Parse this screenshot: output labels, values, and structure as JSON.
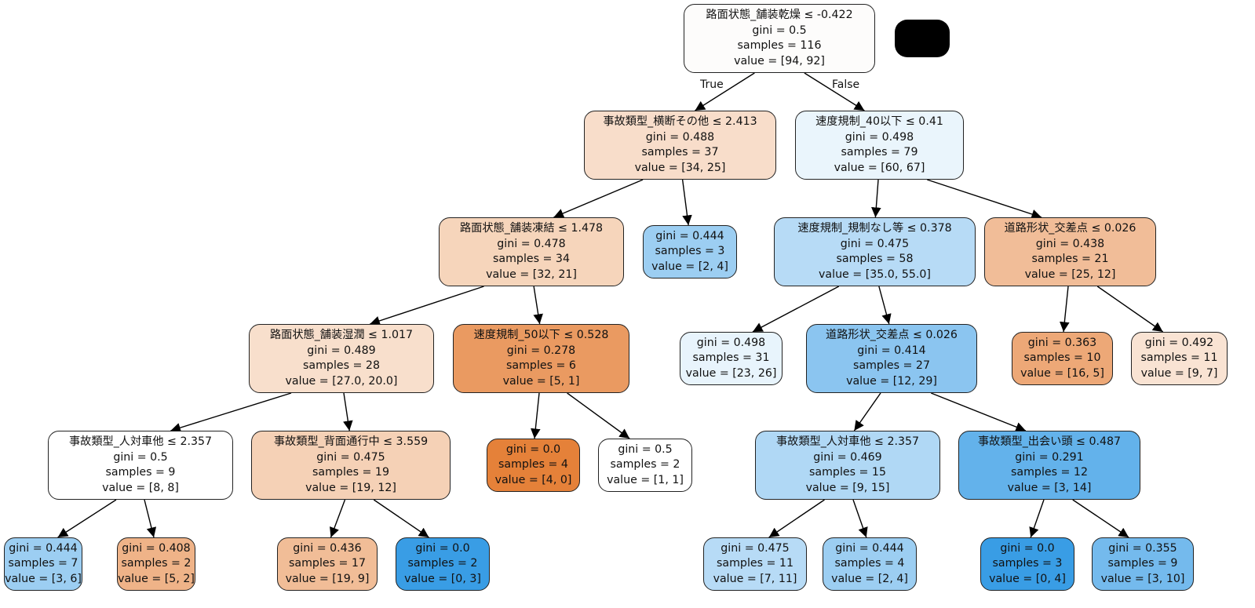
{
  "title": "Decision tree (gini)",
  "edge_labels": {
    "true": "True",
    "false": "False"
  },
  "colors": {
    "orange_strong": "#e58139",
    "blue_strong": "#399de5",
    "neutral": "#ffffff",
    "edge": "#000000",
    "border": "#222222"
  },
  "nodes": {
    "n0": {
      "cond": "路面状態_舗装乾燥 ≤ -0.422",
      "gini": "gini = 0.5",
      "samples": "samples = 116",
      "value": "value = [94, 92]",
      "fill": "#fdfcfb"
    },
    "n1": {
      "cond": "事故類型_横断その他 ≤ 2.413",
      "gini": "gini = 0.488",
      "samples": "samples = 37",
      "value": "value = [34, 25]",
      "fill": "#f8ddca"
    },
    "n2": {
      "cond": "速度規制_40以下 ≤ 0.41",
      "gini": "gini = 0.498",
      "samples": "samples = 79",
      "value": "value = [60, 67]",
      "fill": "#eaf5fc"
    },
    "n3": {
      "cond": "路面状態_舗装凍結 ≤ 1.478",
      "gini": "gini = 0.478",
      "samples": "samples = 34",
      "value": "value = [32, 21]",
      "fill": "#f6d5bb"
    },
    "n4": {
      "cond": "",
      "gini": "gini = 0.444",
      "samples": "samples = 3",
      "value": "value = [2, 4]",
      "fill": "#9ccef2"
    },
    "n5": {
      "cond": "速度規制_規制なし等 ≤ 0.378",
      "gini": "gini = 0.475",
      "samples": "samples = 58",
      "value": "value = [35.0, 55.0]",
      "fill": "#b7dbf6"
    },
    "n6": {
      "cond": "道路形状_交差点 ≤ 0.026",
      "gini": "gini = 0.438",
      "samples": "samples = 21",
      "value": "value = [25, 12]",
      "fill": "#f1bd98"
    },
    "n7": {
      "cond": "路面状態_舗装湿潤 ≤ 1.017",
      "gini": "gini = 0.489",
      "samples": "samples = 28",
      "value": "value = [27.0, 20.0]",
      "fill": "#f8dfcc"
    },
    "n8": {
      "cond": "速度規制_50以下 ≤ 0.528",
      "gini": "gini = 0.278",
      "samples": "samples = 6",
      "value": "value = [5, 1]",
      "fill": "#ea9a61"
    },
    "n9": {
      "cond": "",
      "gini": "gini = 0.498",
      "samples": "samples = 31",
      "value": "value = [23, 26]",
      "fill": "#e8f4fc"
    },
    "n10": {
      "cond": "道路形状_交差点 ≤ 0.026",
      "gini": "gini = 0.414",
      "samples": "samples = 27",
      "value": "value = [12, 29]",
      "fill": "#8bc5f0"
    },
    "n11": {
      "cond": "",
      "gini": "gini = 0.363",
      "samples": "samples = 10",
      "value": "value = [16, 5]",
      "fill": "#eda877"
    },
    "n12": {
      "cond": "",
      "gini": "gini = 0.492",
      "samples": "samples = 11",
      "value": "value = [9, 7]",
      "fill": "#f9e3d3"
    },
    "n13": {
      "cond": "事故類型_人対車他 ≤ 2.357",
      "gini": "gini = 0.5",
      "samples": "samples = 9",
      "value": "value = [8, 8]",
      "fill": "#ffffff"
    },
    "n14": {
      "cond": "事故類型_背面通行中 ≤ 3.559",
      "gini": "gini = 0.475",
      "samples": "samples = 19",
      "value": "value = [19, 12]",
      "fill": "#f5d1b6"
    },
    "n15": {
      "cond": "",
      "gini": "gini = 0.0",
      "samples": "samples = 4",
      "value": "value = [4, 0]",
      "fill": "#e58139"
    },
    "n16": {
      "cond": "",
      "gini": "gini = 0.5",
      "samples": "samples = 2",
      "value": "value = [1, 1]",
      "fill": "#ffffff"
    },
    "n17": {
      "cond": "事故類型_人対車他 ≤ 2.357",
      "gini": "gini = 0.469",
      "samples": "samples = 15",
      "value": "value = [9, 15]",
      "fill": "#b0d8f5"
    },
    "n18": {
      "cond": "事故類型_出会い頭 ≤ 0.487",
      "gini": "gini = 0.291",
      "samples": "samples = 12",
      "value": "value = [3, 14]",
      "fill": "#63b2eb"
    },
    "n19": {
      "cond": "",
      "gini": "gini = 0.444",
      "samples": "samples = 7",
      "value": "value = [3, 6]",
      "fill": "#9ccef2"
    },
    "n20": {
      "cond": "",
      "gini": "gini = 0.408",
      "samples": "samples = 2",
      "value": "value = [5, 2]",
      "fill": "#efb388"
    },
    "n21": {
      "cond": "",
      "gini": "gini = 0.436",
      "samples": "samples = 17",
      "value": "value = [19, 9]",
      "fill": "#f1bd97"
    },
    "n22": {
      "cond": "",
      "gini": "gini = 0.0",
      "samples": "samples = 2",
      "value": "value = [0, 3]",
      "fill": "#399de5"
    },
    "n23": {
      "cond": "",
      "gini": "gini = 0.475",
      "samples": "samples = 11",
      "value": "value = [7, 11]",
      "fill": "#b7dbf6"
    },
    "n24": {
      "cond": "",
      "gini": "gini = 0.444",
      "samples": "samples = 4",
      "value": "value = [2, 4]",
      "fill": "#9ccef2"
    },
    "n25": {
      "cond": "",
      "gini": "gini = 0.0",
      "samples": "samples = 3",
      "value": "value = [0, 4]",
      "fill": "#399de5"
    },
    "n26": {
      "cond": "",
      "gini": "gini = 0.355",
      "samples": "samples = 9",
      "value": "value = [3, 10]",
      "fill": "#74baed"
    }
  },
  "edges": [
    [
      "n0",
      "n1"
    ],
    [
      "n0",
      "n2"
    ],
    [
      "n1",
      "n3"
    ],
    [
      "n1",
      "n4"
    ],
    [
      "n2",
      "n5"
    ],
    [
      "n2",
      "n6"
    ],
    [
      "n3",
      "n7"
    ],
    [
      "n3",
      "n8"
    ],
    [
      "n5",
      "n9"
    ],
    [
      "n5",
      "n10"
    ],
    [
      "n6",
      "n11"
    ],
    [
      "n6",
      "n12"
    ],
    [
      "n7",
      "n13"
    ],
    [
      "n7",
      "n14"
    ],
    [
      "n8",
      "n15"
    ],
    [
      "n8",
      "n16"
    ],
    [
      "n10",
      "n17"
    ],
    [
      "n10",
      "n18"
    ],
    [
      "n13",
      "n19"
    ],
    [
      "n13",
      "n20"
    ],
    [
      "n14",
      "n21"
    ],
    [
      "n14",
      "n22"
    ],
    [
      "n17",
      "n23"
    ],
    [
      "n17",
      "n24"
    ],
    [
      "n18",
      "n25"
    ],
    [
      "n18",
      "n26"
    ]
  ]
}
